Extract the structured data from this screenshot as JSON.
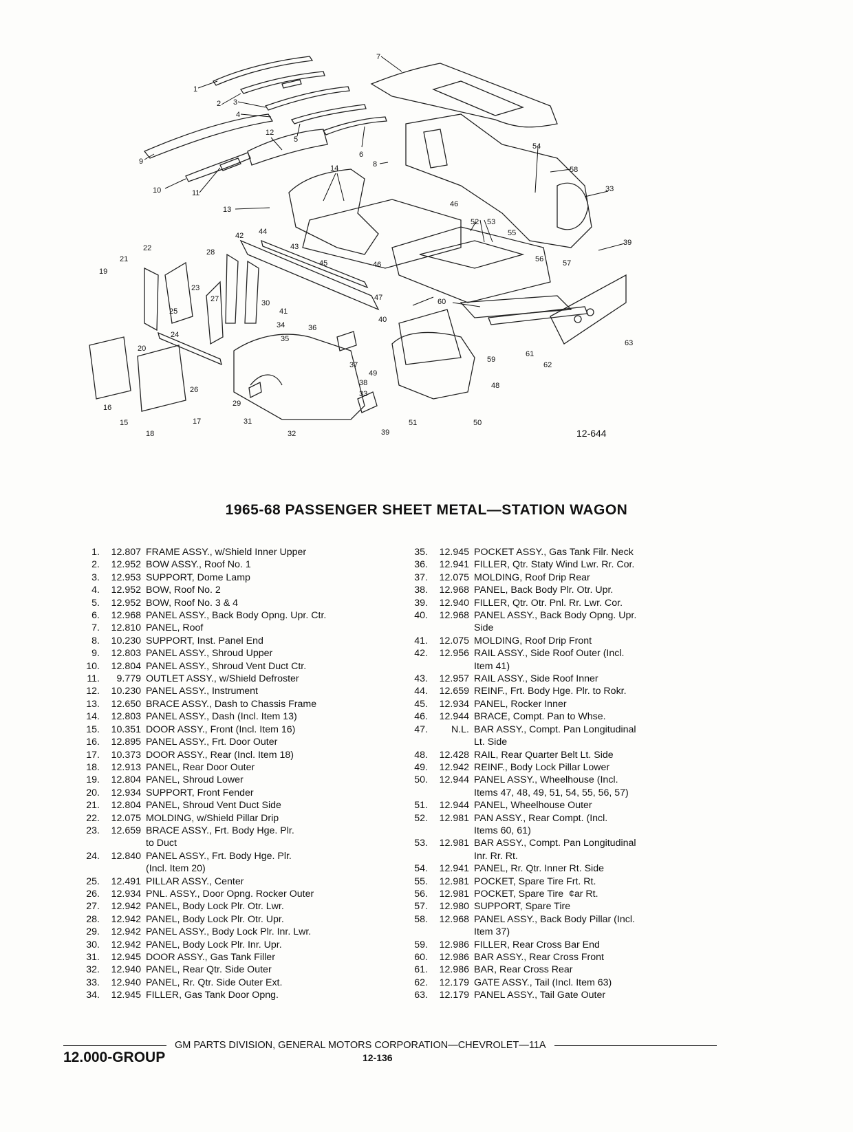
{
  "figure_number": "12-644",
  "title": "1965-68 PASSENGER SHEET METAL—STATION WAGON",
  "callouts": [
    "1",
    "2",
    "3",
    "4",
    "5",
    "6",
    "7",
    "8",
    "9",
    "10",
    "11",
    "12",
    "13",
    "14",
    "15",
    "16",
    "17",
    "18",
    "19",
    "20",
    "21",
    "22",
    "23",
    "24",
    "25",
    "26",
    "27",
    "28",
    "29",
    "30",
    "31",
    "32",
    "33",
    "33",
    "34",
    "35",
    "36",
    "37",
    "38",
    "39",
    "39",
    "40",
    "41",
    "42",
    "43",
    "44",
    "45",
    "46",
    "46",
    "47",
    "48",
    "49",
    "50",
    "51",
    "52",
    "53",
    "54",
    "55",
    "56",
    "57",
    "58",
    "59",
    "60",
    "61",
    "62",
    "63"
  ],
  "parts_left": [
    {
      "num": "1.",
      "code": "12.807",
      "desc": "FRAME ASSY., w/Shield Inner Upper",
      "cont": []
    },
    {
      "num": "2.",
      "code": "12.952",
      "desc": "BOW ASSY., Roof No. 1",
      "cont": []
    },
    {
      "num": "3.",
      "code": "12.953",
      "desc": "SUPPORT, Dome Lamp",
      "cont": []
    },
    {
      "num": "4.",
      "code": "12.952",
      "desc": "BOW, Roof No. 2",
      "cont": []
    },
    {
      "num": "5.",
      "code": "12.952",
      "desc": "BOW, Roof No. 3 & 4",
      "cont": []
    },
    {
      "num": "6.",
      "code": "12.968",
      "desc": "PANEL ASSY., Back Body Opng. Upr. Ctr.",
      "cont": []
    },
    {
      "num": "7.",
      "code": "12.810",
      "desc": "PANEL, Roof",
      "cont": []
    },
    {
      "num": "8.",
      "code": "10.230",
      "desc": "SUPPORT, Inst. Panel End",
      "cont": []
    },
    {
      "num": "9.",
      "code": "12.803",
      "desc": "PANEL ASSY., Shroud Upper",
      "cont": []
    },
    {
      "num": "10.",
      "code": "12.804",
      "desc": "PANEL ASSY., Shroud Vent Duct Ctr.",
      "cont": []
    },
    {
      "num": "11.",
      "code": "9.779",
      "desc": "OUTLET ASSY., w/Shield Defroster",
      "cont": []
    },
    {
      "num": "12.",
      "code": "10.230",
      "desc": "PANEL ASSY., Instrument",
      "cont": []
    },
    {
      "num": "13.",
      "code": "12.650",
      "desc": "BRACE ASSY., Dash to Chassis Frame",
      "cont": []
    },
    {
      "num": "14.",
      "code": "12.803",
      "desc": "PANEL ASSY., Dash (Incl. Item 13)",
      "cont": []
    },
    {
      "num": "15.",
      "code": "10.351",
      "desc": "DOOR ASSY., Front (Incl. Item 16)",
      "cont": []
    },
    {
      "num": "16.",
      "code": "12.895",
      "desc": "PANEL ASSY., Frt. Door Outer",
      "cont": []
    },
    {
      "num": "17.",
      "code": "10.373",
      "desc": "DOOR ASSY., Rear (Incl. Item 18)",
      "cont": []
    },
    {
      "num": "18.",
      "code": "12.913",
      "desc": "PANEL, Rear Door Outer",
      "cont": []
    },
    {
      "num": "19.",
      "code": "12.804",
      "desc": "PANEL, Shroud Lower",
      "cont": []
    },
    {
      "num": "20.",
      "code": "12.934",
      "desc": "SUPPORT, Front Fender",
      "cont": []
    },
    {
      "num": "21.",
      "code": "12.804",
      "desc": "PANEL, Shroud Vent Duct Side",
      "cont": []
    },
    {
      "num": "22.",
      "code": "12.075",
      "desc": "MOLDING, w/Shield Pillar Drip",
      "cont": []
    },
    {
      "num": "23.",
      "code": "12.659",
      "desc": "BRACE ASSY., Frt. Body Hge. Plr.",
      "cont": [
        "to Duct"
      ]
    },
    {
      "num": "24.",
      "code": "12.840",
      "desc": "PANEL ASSY., Frt. Body Hge. Plr.",
      "cont": [
        "(Incl. Item 20)"
      ]
    },
    {
      "num": "25.",
      "code": "12.491",
      "desc": "PILLAR ASSY., Center",
      "cont": []
    },
    {
      "num": "26.",
      "code": "12.934",
      "desc": "PNL. ASSY., Door Opng. Rocker Outer",
      "cont": []
    },
    {
      "num": "27.",
      "code": "12.942",
      "desc": "PANEL, Body Lock Plr. Otr. Lwr.",
      "cont": []
    },
    {
      "num": "28.",
      "code": "12.942",
      "desc": "PANEL, Body Lock Plr. Otr. Upr.",
      "cont": []
    },
    {
      "num": "29.",
      "code": "12.942",
      "desc": "PANEL ASSY., Body Lock Plr. Inr. Lwr.",
      "cont": []
    },
    {
      "num": "30.",
      "code": "12.942",
      "desc": "PANEL, Body Lock Plr. Inr. Upr.",
      "cont": []
    },
    {
      "num": "31.",
      "code": "12.945",
      "desc": "DOOR ASSY., Gas Tank Filler",
      "cont": []
    },
    {
      "num": "32.",
      "code": "12.940",
      "desc": "PANEL, Rear Qtr. Side Outer",
      "cont": []
    },
    {
      "num": "33.",
      "code": "12.940",
      "desc": "PANEL, Rr. Qtr. Side Outer Ext.",
      "cont": []
    },
    {
      "num": "34.",
      "code": "12.945",
      "desc": "FILLER, Gas Tank Door Opng.",
      "cont": []
    }
  ],
  "parts_right": [
    {
      "num": "35.",
      "code": "12.945",
      "desc": "POCKET ASSY., Gas Tank Filr. Neck",
      "cont": []
    },
    {
      "num": "36.",
      "code": "12.941",
      "desc": "FILLER, Qtr. Staty Wind Lwr. Rr. Cor.",
      "cont": []
    },
    {
      "num": "37.",
      "code": "12.075",
      "desc": "MOLDING, Roof Drip Rear",
      "cont": []
    },
    {
      "num": "38.",
      "code": "12.968",
      "desc": "PANEL, Back Body Plr. Otr. Upr.",
      "cont": []
    },
    {
      "num": "39.",
      "code": "12.940",
      "desc": "FILLER, Qtr. Otr. Pnl. Rr. Lwr. Cor.",
      "cont": []
    },
    {
      "num": "40.",
      "code": "12.968",
      "desc": "PANEL ASSY., Back Body Opng. Upr.",
      "cont": [
        "Side"
      ]
    },
    {
      "num": "41.",
      "code": "12.075",
      "desc": "MOLDING, Roof Drip Front",
      "cont": []
    },
    {
      "num": "42.",
      "code": "12.956",
      "desc": "RAIL ASSY., Side Roof Outer (Incl.",
      "cont": [
        "Item 41)"
      ]
    },
    {
      "num": "43.",
      "code": "12.957",
      "desc": "RAIL ASSY., Side Roof Inner",
      "cont": []
    },
    {
      "num": "44.",
      "code": "12.659",
      "desc": "REINF., Frt. Body Hge. Plr. to Rokr.",
      "cont": []
    },
    {
      "num": "45.",
      "code": "12.934",
      "desc": "PANEL, Rocker Inner",
      "cont": []
    },
    {
      "num": "46.",
      "code": "12.944",
      "desc": "BRACE, Compt. Pan to Whse.",
      "cont": []
    },
    {
      "num": "47.",
      "code": "N.L.",
      "desc": "BAR ASSY., Compt. Pan Longitudinal",
      "cont": [
        "Lt. Side"
      ]
    },
    {
      "num": "48.",
      "code": "12.428",
      "desc": "RAIL, Rear Quarter Belt Lt. Side",
      "cont": []
    },
    {
      "num": "49.",
      "code": "12.942",
      "desc": "REINF., Body Lock Pillar Lower",
      "cont": []
    },
    {
      "num": "50.",
      "code": "12.944",
      "desc": "PANEL ASSY., Wheelhouse (Incl.",
      "cont": [
        "Items 47, 48, 49, 51, 54, 55, 56, 57)"
      ]
    },
    {
      "num": "51.",
      "code": "12.944",
      "desc": "PANEL, Wheelhouse Outer",
      "cont": []
    },
    {
      "num": "52.",
      "code": "12.981",
      "desc": "PAN ASSY., Rear Compt. (Incl.",
      "cont": [
        "Items 60, 61)"
      ]
    },
    {
      "num": "53.",
      "code": "12.981",
      "desc": "BAR ASSY., Compt. Pan Longitudinal",
      "cont": [
        "Inr. Rr. Rt."
      ]
    },
    {
      "num": "54.",
      "code": "12.941",
      "desc": "PANEL, Rr. Qtr. Inner Rt. Side",
      "cont": []
    },
    {
      "num": "55.",
      "code": "12.981",
      "desc": "POCKET, Spare Tire Frt. Rt.",
      "cont": []
    },
    {
      "num": "56.",
      "code": "12.981",
      "desc": "POCKET, Spare Tire  ¢ar Rt.",
      "cont": []
    },
    {
      "num": "57.",
      "code": "12.980",
      "desc": "SUPPORT, Spare Tire",
      "cont": []
    },
    {
      "num": "58.",
      "code": "12.968",
      "desc": "PANEL ASSY., Back Body Pillar (Incl.",
      "cont": [
        "Item 37)"
      ]
    },
    {
      "num": "59.",
      "code": "12.986",
      "desc": "FILLER, Rear Cross Bar End",
      "cont": []
    },
    {
      "num": "60.",
      "code": "12.986",
      "desc": "BAR ASSY., Rear Cross Front",
      "cont": []
    },
    {
      "num": "61.",
      "code": "12.986",
      "desc": "BAR, Rear Cross Rear",
      "cont": []
    },
    {
      "num": "62.",
      "code": "12.179",
      "desc": "GATE ASSY., Tail (Incl. Item 63)",
      "cont": []
    },
    {
      "num": "63.",
      "code": "12.179",
      "desc": "PANEL ASSY., Tail Gate Outer",
      "cont": []
    }
  ],
  "footer_text": "GM PARTS DIVISION, GENERAL MOTORS CORPORATION—CHEVROLET—11A",
  "group_label": "12.000-GROUP",
  "page_number": "12-136"
}
